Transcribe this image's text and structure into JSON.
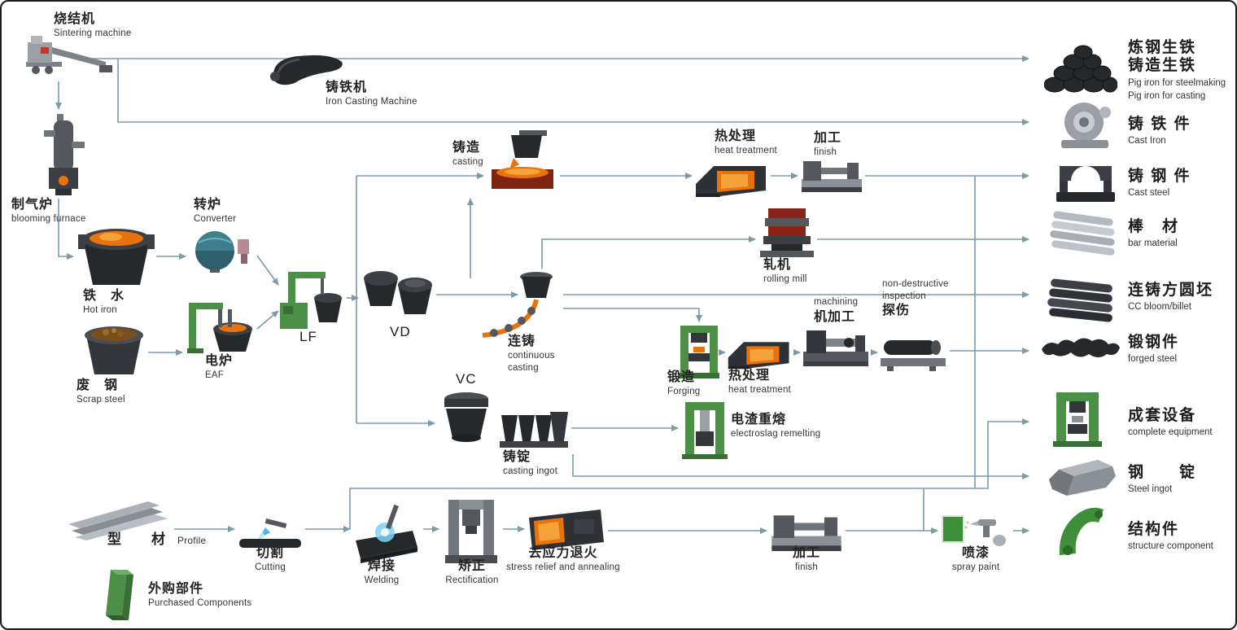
{
  "colors": {
    "flow_line": "#7d9aa8",
    "machine_green": "#4c8f46",
    "molten_orange": "#e8720c",
    "text_dark": "#2e2e2e"
  },
  "nodes": {
    "sintering": {
      "zh": "烧结机",
      "en": "Sintering machine"
    },
    "blooming_furnace": {
      "zh": "制气炉",
      "en": "blooming  furnace"
    },
    "hot_iron": {
      "zh": "铁　水",
      "en": "Hot iron"
    },
    "scrap_steel": {
      "zh": "废　钢",
      "en": "Scrap steel"
    },
    "iron_casting_machine": {
      "zh": "铸铁机",
      "en": "Iron Casting Machine"
    },
    "converter": {
      "zh": "转炉",
      "en": "Converter"
    },
    "eaf": {
      "zh": "电炉",
      "en": "EAF"
    },
    "lf": {
      "label": "LF"
    },
    "vd": {
      "label": "VD"
    },
    "vc": {
      "label": "VC"
    },
    "casting": {
      "zh": "铸造",
      "en": "casting"
    },
    "continuous_casting": {
      "zh": "连铸",
      "en": "continuous casting"
    },
    "casting_ingot": {
      "zh": "铸锭",
      "en": "casting ingot"
    },
    "rolling_mill": {
      "zh": "轧机",
      "en": "rolling mill"
    },
    "forging": {
      "zh": "锻造",
      "en": "Forging"
    },
    "heat_treatment_top": {
      "zh": "热处理",
      "en": "heat treatment"
    },
    "finish_top": {
      "zh": "加工",
      "en": "finish"
    },
    "heat_treatment_mid": {
      "zh": "热处理",
      "en": "heat treatment"
    },
    "machining": {
      "zh": "机加工",
      "en": "machining"
    },
    "ndt": {
      "zh": "探伤",
      "en": "non-destructive inspection"
    },
    "esr": {
      "zh": "电渣重熔",
      "en": "electroslag remelting"
    },
    "profile": {
      "zh": "型　　材",
      "en": "Profile"
    },
    "purchased_components": {
      "zh": "外购部件",
      "en": "Purchased  Components"
    },
    "cutting": {
      "zh": "切割",
      "en": "Cutting"
    },
    "welding": {
      "zh": "焊接",
      "en": "Welding"
    },
    "rectification": {
      "zh": "矫正",
      "en": "Rectification"
    },
    "annealing": {
      "zh": "去应力退火",
      "en": "stress relief and annealing"
    },
    "finish_bottom": {
      "zh": "加工",
      "en": "finish"
    },
    "spray_paint": {
      "zh": "喷漆",
      "en": "spray paint"
    }
  },
  "products": {
    "pig_iron": {
      "zh1": "炼钢生铁",
      "zh2": "铸造生铁",
      "en1": "Pig iron for steelmaking",
      "en2": "Pig iron for casting"
    },
    "cast_iron": {
      "zh": "铸 铁 件",
      "en": "Cast Iron"
    },
    "cast_steel": {
      "zh": "铸 钢 件",
      "en": "Cast steel"
    },
    "bar_material": {
      "zh": "棒　材",
      "en": "bar material"
    },
    "cc_bloom_billet": {
      "zh": "连铸方圆坯",
      "en": "CC bloom/billet"
    },
    "forged_steel": {
      "zh": "锻钢件",
      "en": "forged steel"
    },
    "complete_equipment": {
      "zh": "成套设备",
      "en": "complete equipment"
    },
    "steel_ingot": {
      "zh": "钢　　锭",
      "en": "Steel ingot"
    },
    "structure_component": {
      "zh": "结构件",
      "en": "structure component"
    }
  },
  "flows": [
    {
      "from": "sintering",
      "to": "blooming_furnace"
    },
    {
      "from": "blooming_furnace",
      "to": "hot_iron"
    },
    {
      "from": "blooming_furnace",
      "to": "iron_casting_machine"
    },
    {
      "from": "iron_casting_machine",
      "to": "pig_iron"
    },
    {
      "from": "blooming_furnace",
      "to": "cast_iron"
    },
    {
      "from": "hot_iron",
      "to": "converter"
    },
    {
      "from": "scrap_steel",
      "to": "eaf"
    },
    {
      "from": "converter",
      "to": "lf"
    },
    {
      "from": "eaf",
      "to": "lf"
    },
    {
      "from": "lf",
      "to": "vd"
    },
    {
      "from": "lf",
      "to": "casting"
    },
    {
      "from": "lf",
      "to": "vc"
    },
    {
      "from": "vc",
      "to": "casting_ingot"
    },
    {
      "from": "vd",
      "to": "continuous_casting"
    },
    {
      "from": "casting",
      "to": "heat_treatment_top"
    },
    {
      "from": "heat_treatment_top",
      "to": "finish_top"
    },
    {
      "from": "finish_top",
      "to": "cast_steel"
    },
    {
      "from": "continuous_casting",
      "to": "rolling_mill"
    },
    {
      "from": "rolling_mill",
      "to": "bar_material"
    },
    {
      "from": "continuous_casting",
      "to": "cc_bloom_billet"
    },
    {
      "from": "continuous_casting",
      "to": "forging"
    },
    {
      "from": "forging",
      "to": "heat_treatment_mid"
    },
    {
      "from": "heat_treatment_mid",
      "to": "machining"
    },
    {
      "from": "machining",
      "to": "ndt"
    },
    {
      "from": "ndt",
      "to": "forged_steel"
    },
    {
      "from": "casting_ingot",
      "to": "esr"
    },
    {
      "from": "casting_ingot",
      "to": "steel_ingot"
    },
    {
      "from": "profile",
      "to": "cutting"
    },
    {
      "from": "cutting",
      "to": "welding"
    },
    {
      "from": "welding",
      "to": "rectification"
    },
    {
      "from": "rectification",
      "to": "annealing"
    },
    {
      "from": "annealing",
      "to": "finish_bottom"
    },
    {
      "from": "finish_bottom",
      "to": "spray_paint"
    },
    {
      "from": "spray_paint",
      "to": "structure_component"
    },
    {
      "from": "fabrication_line",
      "to": "complete_equipment"
    }
  ]
}
